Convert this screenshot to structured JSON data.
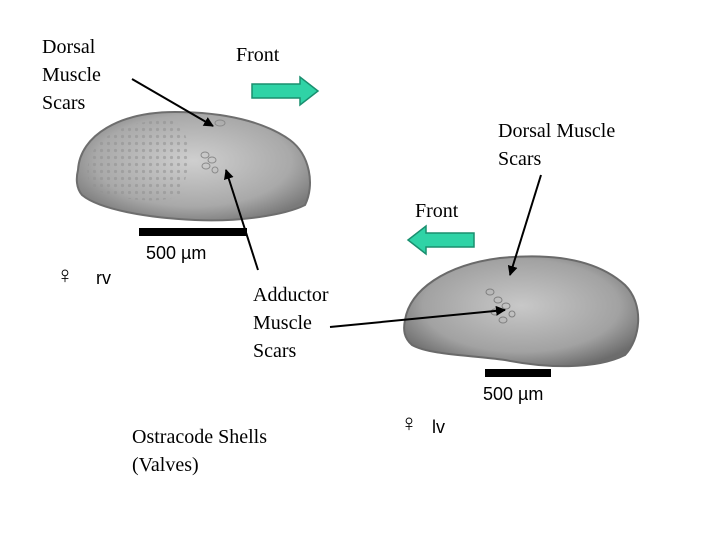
{
  "labels": {
    "dorsal_left": "Dorsal\nMuscle\nScars",
    "front_left": "Front",
    "dorsal_right": "Dorsal Muscle\nScars",
    "front_right": "Front",
    "adductor": "Adductor\nMuscle\nScars",
    "caption": "Ostracode Shells\n(Valves)"
  },
  "shells": {
    "left": {
      "scale": "500 µm",
      "sex": "♀",
      "valve": "rv"
    },
    "right": {
      "scale": "500 µm",
      "sex": "♀",
      "valve": "lv"
    }
  },
  "colors": {
    "arrow_fill": "#2fd3a6",
    "arrow_stroke": "#1a8f6f",
    "shell": "#a8a8a8",
    "shell_edge": "#6e6e6e"
  }
}
